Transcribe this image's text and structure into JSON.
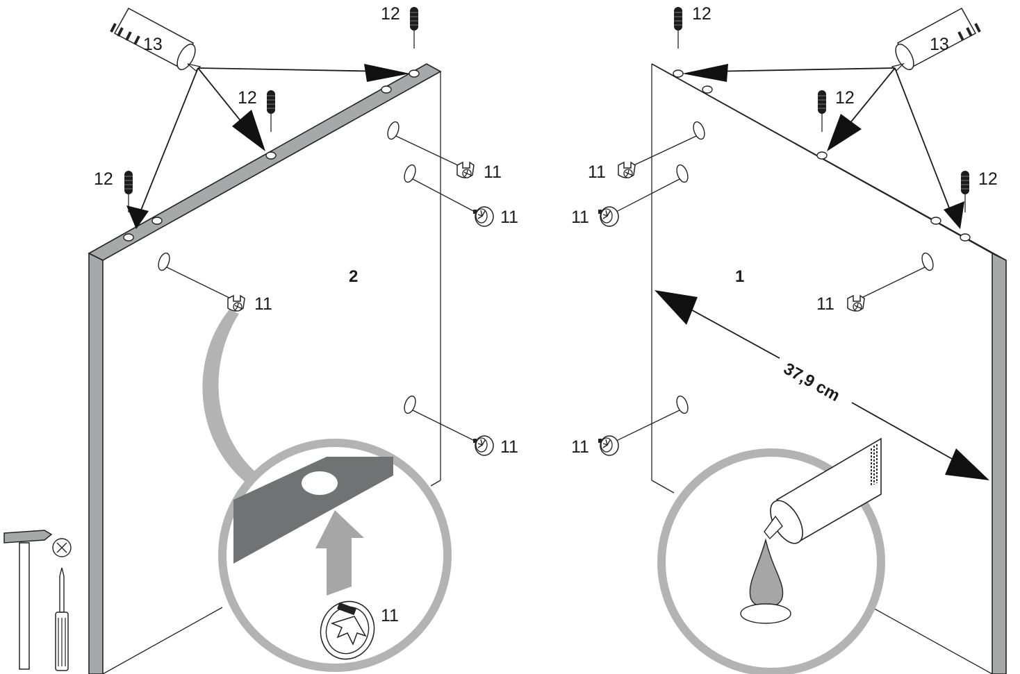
{
  "panels": {
    "left": "2",
    "right": "1"
  },
  "parts": {
    "cam": "11",
    "dowel": "12",
    "glue": "13"
  },
  "dimension": "37,9 cm",
  "colors": {
    "edge": "#a7a8aa",
    "callout": "#b3b3b3",
    "dark_edge": "#6f7373",
    "arrow_gray": "#a6a6a6"
  },
  "icons": [
    "hammer-icon",
    "no-power-drill-icon",
    "phillips-screwdriver-icon",
    "glue-tube-icon",
    "glue-drop-icon"
  ]
}
